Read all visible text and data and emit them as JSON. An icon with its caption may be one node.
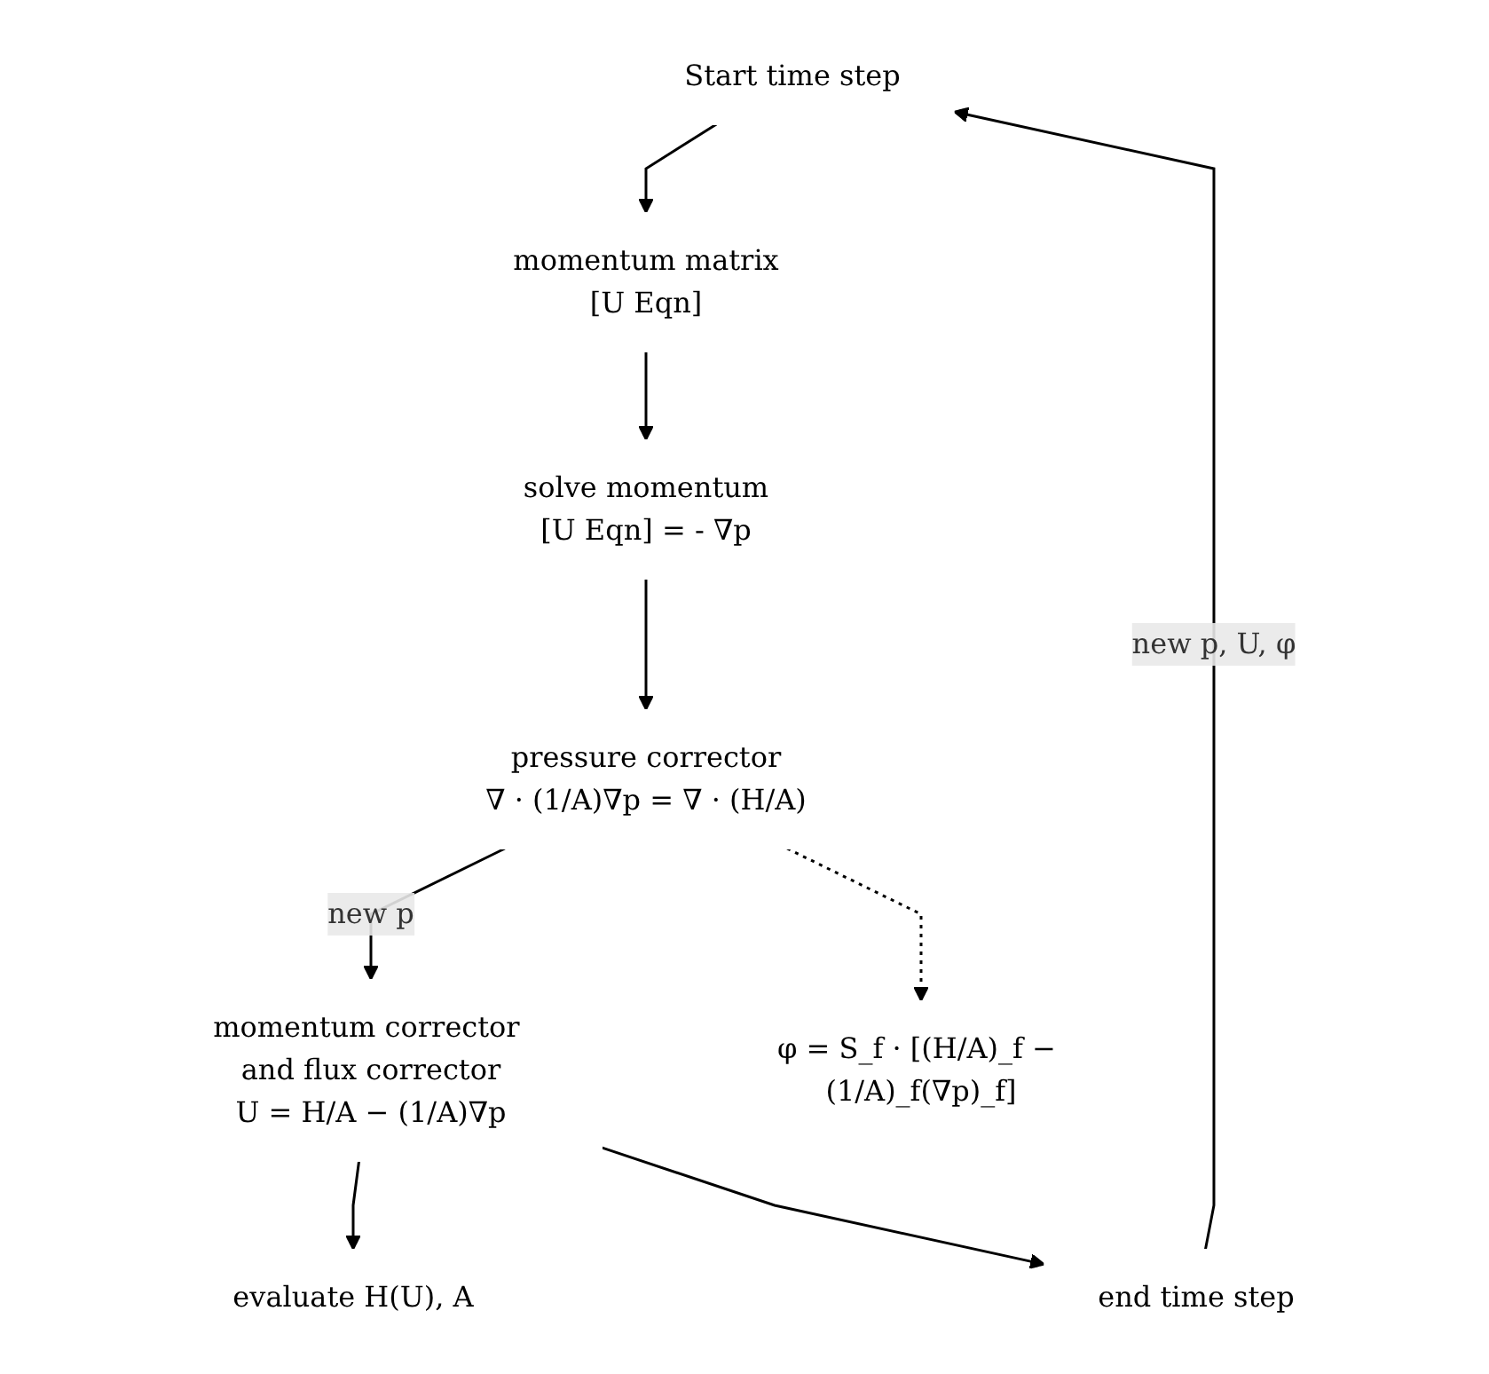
{
  "diagram": {
    "nodes": [
      {
        "text": [
          "Start time step"
        ]
      },
      {
        "text": [
          "momentum matrix",
          "[U Eqn]"
        ]
      },
      {
        "text": [
          "solve momentum",
          "[U Eqn] = - ∇p"
        ]
      },
      {
        "text": [
          "evaluate H(U), A"
        ]
      },
      {
        "text": [
          "pressure corrector",
          "∇ · (1/A)∇p = ∇ · (H/A)"
        ]
      },
      {
        "text": [
          "momentum corrector and flux corrector",
          "U = H/A − (1/A)∇p"
        ]
      },
      {
        "text": [
          "φ = S_f · [(H/A)_f − (1/A)_f(∇p)_f]"
        ]
      },
      {
        "text": [
          "end time step"
        ]
      }
    ],
    "edges": [
      {
        "from": 0,
        "to": 1,
        "arrow": "to"
      },
      {
        "from": 1,
        "to": 2,
        "arrow": "to"
      },
      {
        "from": 2,
        "to": 4,
        "arrow": "to"
      },
      {
        "from": 4,
        "to": 5,
        "arrow": "to",
        "label": "new p"
      },
      {
        "from": 5,
        "to": 3,
        "arrow": "to"
      },
      {
        "from": 4,
        "to": 6,
        "arrow": "to",
        "style": "dashed"
      },
      {
        "from": 5,
        "to": 7,
        "arrow": "to"
      },
      {
        "from": 7,
        "to": 0,
        "arrow": "to",
        "label": "new p, U, φ"
      }
    ]
  }
}
